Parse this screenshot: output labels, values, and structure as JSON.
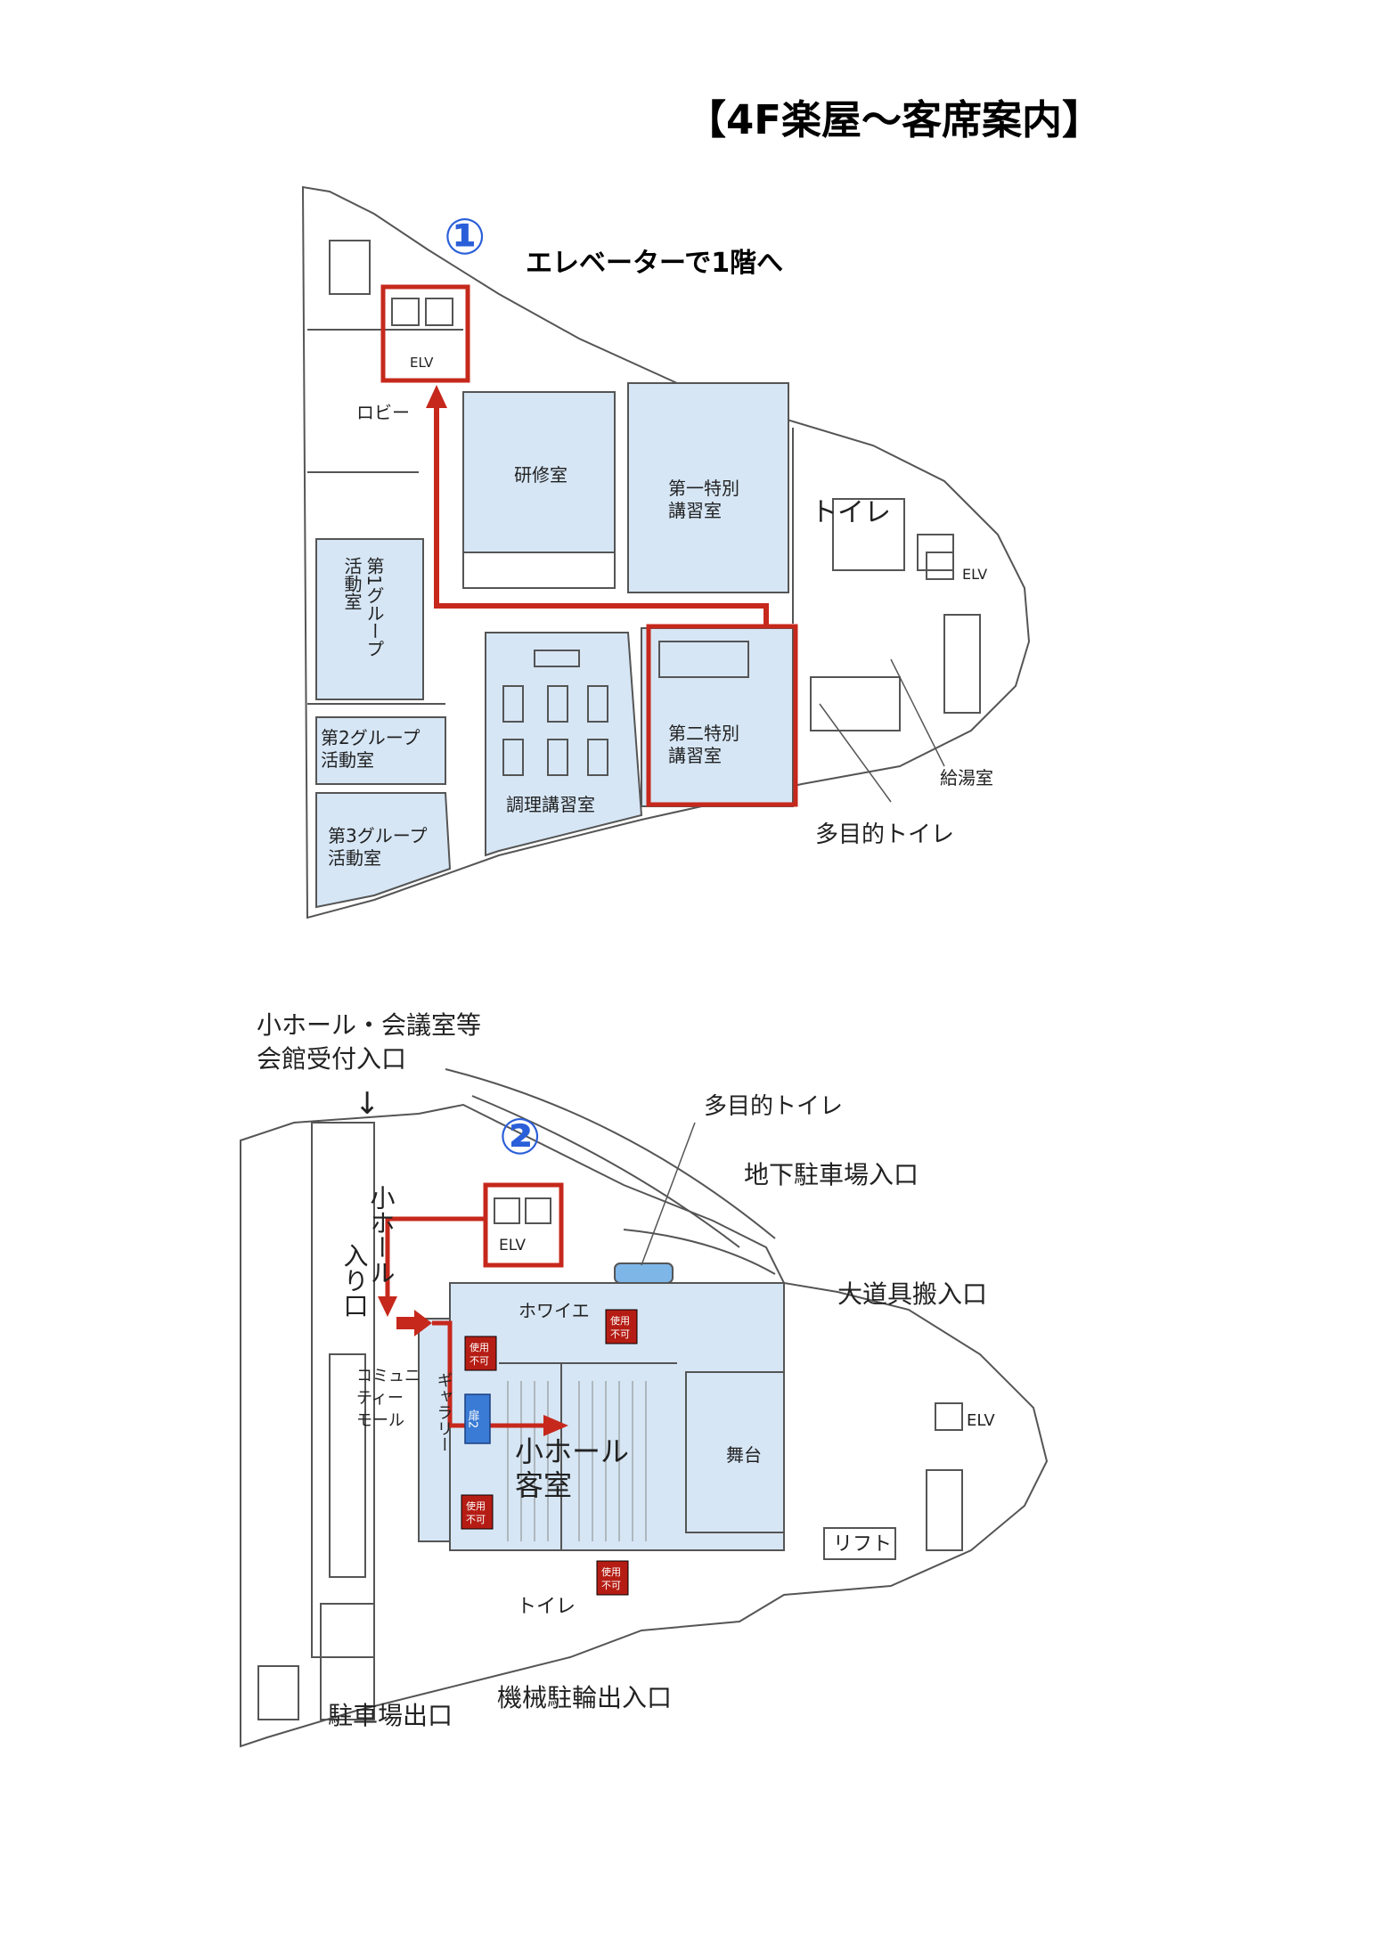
{
  "title": "【4F楽屋〜客席案内】",
  "colors": {
    "room_fill": "#d6e6f5",
    "route_red": "#c6281c",
    "step_blue": "#2b5fd9",
    "wall": "#555555",
    "pool": "#7fb6e8",
    "badge_red": "#b51d14",
    "badge_blue": "#3a7bd5"
  },
  "floor4": {
    "step_number": "①",
    "step_text": "エレベーターで1階へ",
    "rooms": {
      "elv_main": "ELV",
      "lobby": "ロビー",
      "training": "研修室",
      "special1_line1": "第一特別",
      "special1_line2": "講習室",
      "toilet": "トイレ",
      "elv_right": "ELV",
      "group1_col_a": "第1グループ",
      "group1_col_b": "活動室",
      "group2_line1": "第2グループ",
      "group2_line2": "活動室",
      "group3_line1": "第3グループ",
      "group3_line2": "活動室",
      "cooking": "調理講習室",
      "special2_line1": "第二特別",
      "special2_line2": "講習室",
      "kitchenette": "給湯室",
      "multi_toilet": "多目的トイレ"
    }
  },
  "floor1": {
    "step_number": "②",
    "rooms": {
      "entrance_line1": "小ホール・会議室等",
      "entrance_line2": "会館受付入口",
      "arrow_down": "↓",
      "multi_toilet": "多目的トイレ",
      "underground_parking": "地下駐車場入口",
      "elv_main": "ELV",
      "hall_entrance_col_a": "小ホール",
      "hall_entrance_col_b": "入り口",
      "foyer": "ホワイエ",
      "large_props": "大道具搬入口",
      "community_col_a": "コミュニ",
      "community_col_b": "ティー",
      "community_col_c": "モール",
      "gallery_col": "ギャラリー",
      "door2": "扉2",
      "hall_seats_line1": "小ホール",
      "hall_seats_line2": "客室",
      "stage": "舞台",
      "elv_right": "ELV",
      "lift": "リフト",
      "toilet": "トイレ",
      "parking_exit": "駐車場出口",
      "bicycle": "機械駐輪出入口",
      "unusable_a": "使用",
      "unusable_b": "不可"
    }
  }
}
